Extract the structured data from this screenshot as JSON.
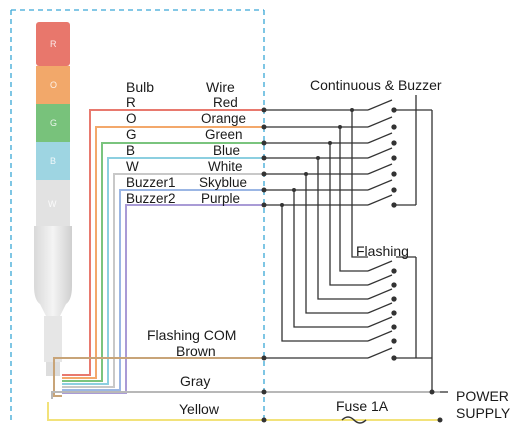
{
  "header": {
    "bulb": "Bulb",
    "wire": "Wire",
    "continuous": "Continuous & Buzzer",
    "flashing": "Flashing"
  },
  "legend": [
    {
      "bulb": "R",
      "wire": "Red",
      "color": "#e8796e"
    },
    {
      "bulb": "O",
      "wire": "Orange",
      "color": "#f3a86b"
    },
    {
      "bulb": "G",
      "wire": "Green",
      "color": "#7ac47e"
    },
    {
      "bulb": "B",
      "wire": "Blue",
      "color": "#8ccfe0"
    },
    {
      "bulb": "W",
      "wire": "White",
      "color": "#c8c8c8"
    },
    {
      "bulb": "Buzzer1",
      "wire": "Skyblue",
      "color": "#9bb6e4"
    },
    {
      "bulb": "Buzzer2",
      "wire": "Purple",
      "color": "#a99bd6"
    }
  ],
  "lower_wires": {
    "flashing_com": "Flashing COM",
    "brown": "Brown",
    "gray": "Gray",
    "yellow": "Yellow",
    "fuse": "Fuse 1A",
    "power": "POWER",
    "supply": "SUPPLY"
  },
  "lamp_segments": [
    {
      "letter": "R",
      "color": "#e8776c"
    },
    {
      "letter": "O",
      "color": "#f2a86a"
    },
    {
      "letter": "G",
      "color": "#78c27b"
    },
    {
      "letter": "B",
      "color": "#9ed5e2"
    },
    {
      "letter": "W",
      "color": "#e2e2e2"
    }
  ],
  "colors": {
    "brown": "#c8a478",
    "gray": "#b8b8b8",
    "yellow": "#f2e27a",
    "dashed_border": "#3aa8d6",
    "switch_line": "#333333"
  }
}
